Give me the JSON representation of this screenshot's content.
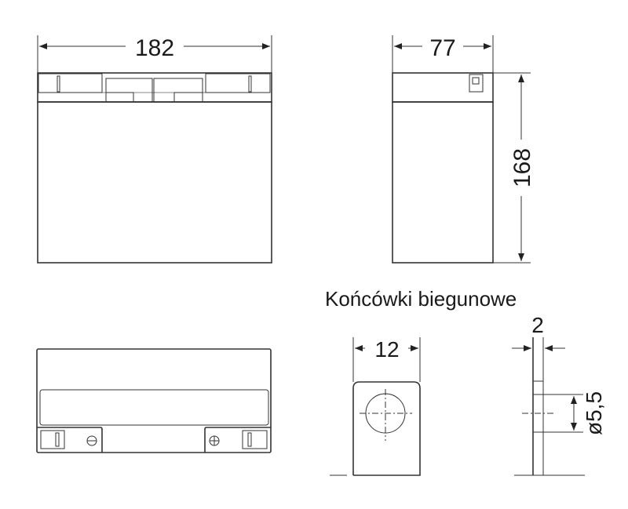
{
  "dimensions": {
    "width": "182",
    "depth": "77",
    "height": "168",
    "terminal_width": "12",
    "terminal_thickness": "2",
    "hole_diameter": "ø5,5"
  },
  "terminals_title": "Końcówki biegunowe",
  "polarity": {
    "negative": "minus",
    "positive": "plus"
  }
}
